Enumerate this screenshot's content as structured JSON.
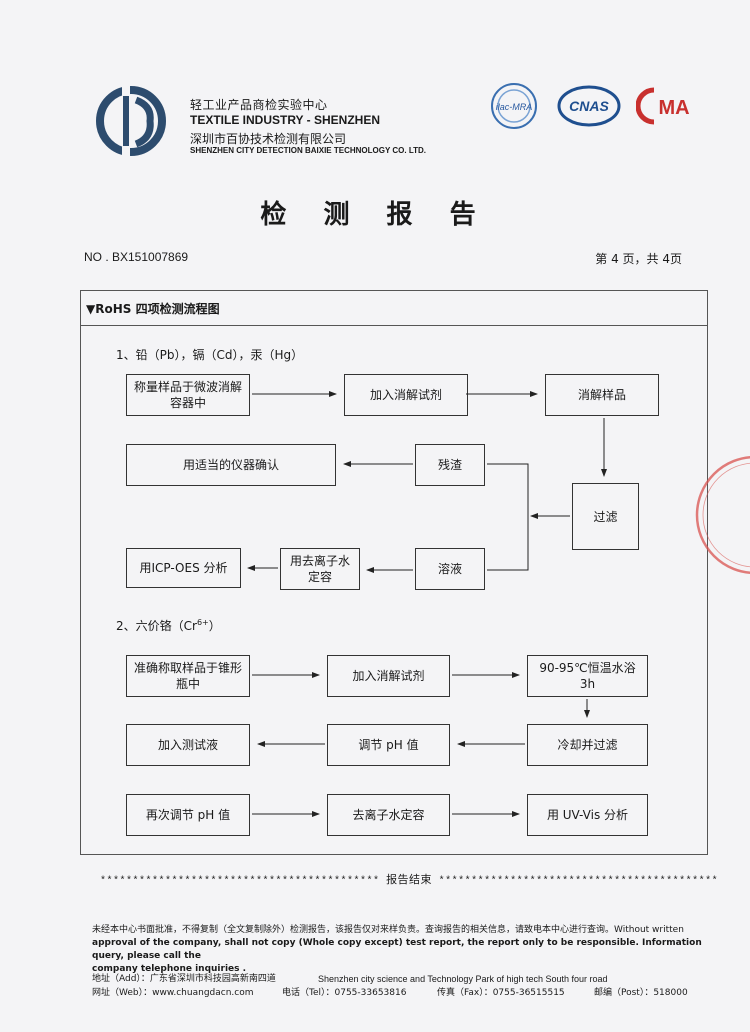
{
  "header": {
    "org_cn": "轻工业产品商检实验中心",
    "org_en": "TEXTILE INDUSTRY - SHENZHEN",
    "company_cn": "深圳市百协技术检测有限公司",
    "company_en": "SHENZHEN CITY DETECTION BAIXIE TECHNOLOGY CO. LTD.",
    "logos": [
      "ilac-mra-logo",
      "cnas-logo",
      "cma-logo"
    ],
    "cnas_text": "CNAS",
    "cma_text": "MA",
    "ilac_text": "ilac-MRA"
  },
  "report_title": "检 测 报 告",
  "report_no": "NO . BX151007869",
  "page_info": "第 4 页，共 4页",
  "section_title": "▼RoHS 四项检测流程图",
  "part1": {
    "heading": "1、铅（Pb），镉（Cd），汞（Hg）",
    "boxes": {
      "weigh": "称量样品于微波消解容器中",
      "add_reagent": "加入消解试剂",
      "digest": "消解样品",
      "filter": "过滤",
      "residue": "残渣",
      "confirm": "用适当的仪器确认",
      "solution": "溶液",
      "dilute": "用去离子水定容",
      "icp": "用ICP-OES 分析"
    }
  },
  "part2": {
    "heading": "2、六价铬（Cr",
    "heading_sup": "6+",
    "heading_end": "）",
    "boxes": {
      "weigh": "准确称取样品于锥形瓶中",
      "add_reagent": "加入消解试剂",
      "water_bath": "90-95℃恒温水浴 3h",
      "cool": "冷却并过滤",
      "ph": "调节 pH 值",
      "add_test": "加入测试液",
      "ph_again": "再次调节 pH 值",
      "dilute": "去离子水定容",
      "uv": "用 UV-Vis 分析"
    }
  },
  "end_mark": {
    "stars_left": "*******************************************",
    "label": "报告结束",
    "stars_right": "*******************************************"
  },
  "footer": {
    "notice_cn": "未经本中心书面批准，不得复制（全文复制除外）检测报告，该报告仅对来样负责。查询报告的相关信息，请致电本中心进行查询。Without written",
    "notice_en": "approval of the company, shall not copy (Whole copy except) test report, the report only to be responsible. Information query, please call the",
    "notice_en2": "company telephone inquiries .",
    "address_cn": "地址（Add）：广东省深圳市科技园高新南四道",
    "address_en": "Shenzhen city science and Technology Park of high tech South four road",
    "web": "网址（Web）：www.chuangdacn.com",
    "tel": "电话（Tel）：0755-33653816",
    "fax": "传真（Fax）：0755-36515515",
    "post": "邮编（Post）：518000"
  }
}
